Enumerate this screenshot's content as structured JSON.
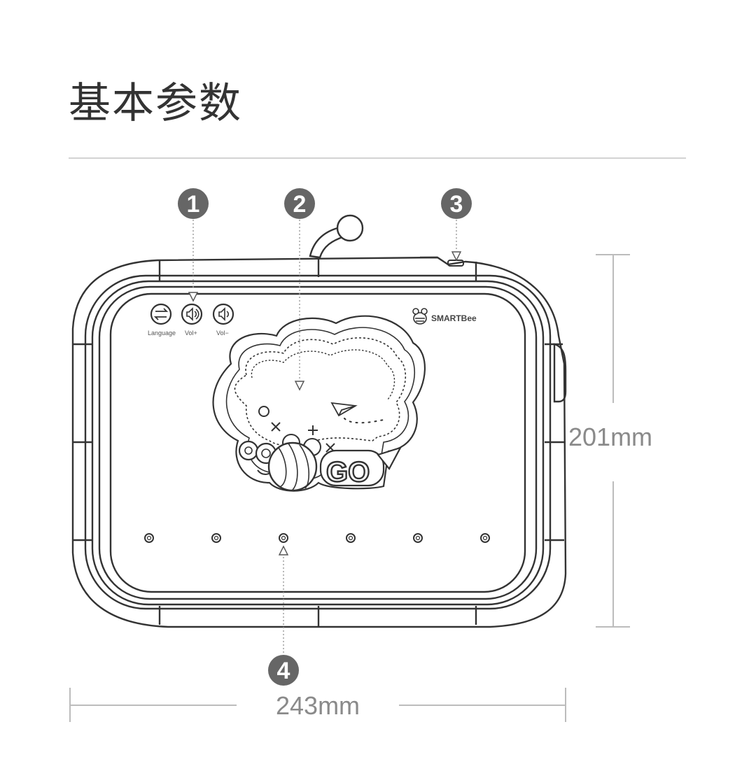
{
  "heading": {
    "title": "基本参数"
  },
  "markers": [
    "1",
    "2",
    "3",
    "4"
  ],
  "buttons": [
    {
      "label": "Language",
      "icon": "language-swap-icon"
    },
    {
      "label": "Vol+",
      "icon": "volume-up-icon"
    },
    {
      "label": "Vol−",
      "icon": "volume-down-icon"
    }
  ],
  "brand": {
    "name": "SMARTBee",
    "icon": "bee-logo-icon"
  },
  "illustration": {
    "text1": "GO",
    "text2": "GO"
  },
  "dimensions": {
    "width": "243mm",
    "height": "201mm"
  },
  "colors": {
    "outline": "#333333",
    "marker": "#666666",
    "dimension": "#8a8a8a",
    "rule": "#d3d3d3"
  }
}
